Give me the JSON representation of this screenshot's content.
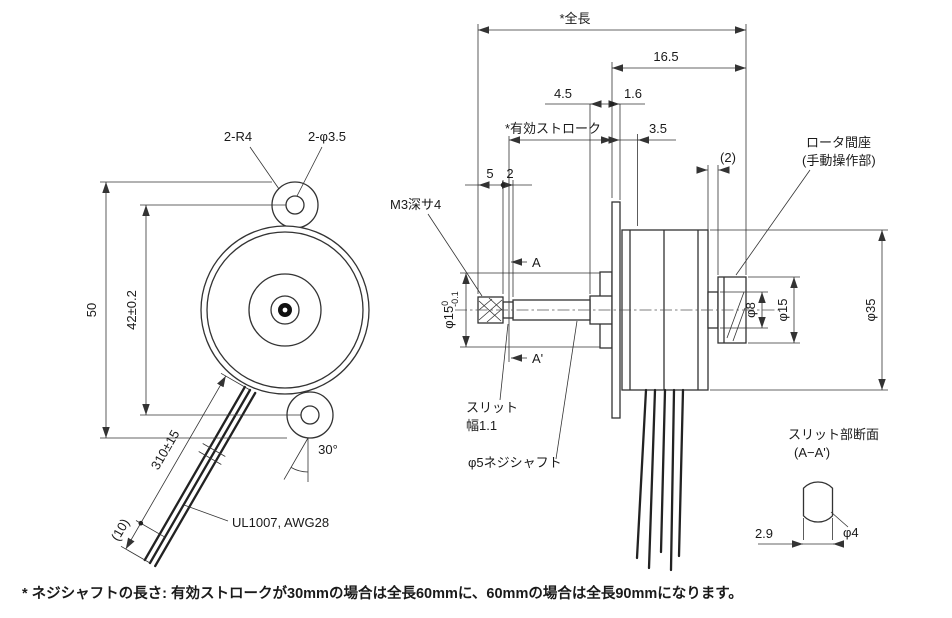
{
  "drawing": {
    "bottom_note": "* ネジシャフトの長さ: 有効ストロークが30mmの場合は全長60mmに、60mmの場合は全長90mmになります。"
  },
  "front_view": {
    "labels": {
      "ear_radius": "2-R4",
      "mounting_holes": "2-φ3.5",
      "overall_height": "50",
      "hole_pitch": "42±0.2",
      "lead_length": "310±15",
      "lead_tip_length": "(10)",
      "lead_angle": "30°",
      "lead_spec": "UL1007, AWG28"
    }
  },
  "side_view": {
    "labels": {
      "overall_length": "*全長",
      "dim_16_5": "16.5",
      "dim_4_5": "4.5",
      "dim_1_6": "1.6",
      "effective_stroke": "*有効ストローク",
      "dim_3_5": "3.5",
      "dim_2_paren": "(2)",
      "dim_5": "5",
      "dim_2": "2",
      "tapped_hole": "M3深サ4",
      "rotor_spacer": "ロータ間座",
      "manual_knob": "(手動操作部)",
      "section_a": "A",
      "section_a2": "A'",
      "pilot_dia": "φ15",
      "pilot_tol_upper": "0",
      "pilot_tol_lower": "-0.1",
      "slit": "スリット",
      "slit_width": "幅1.1",
      "screw_shaft": "φ5ネジシャフト",
      "dia_8": "φ8",
      "dia_15": "φ15",
      "dia_35": "φ35"
    }
  },
  "section_view": {
    "labels": {
      "title": "スリット部断面",
      "subtitle": "(A−A')",
      "across_flats": "2.9",
      "dia_4": "φ4"
    }
  },
  "colors": {
    "line": "#333333",
    "text": "#1a1a1a",
    "background": "#ffffff"
  }
}
